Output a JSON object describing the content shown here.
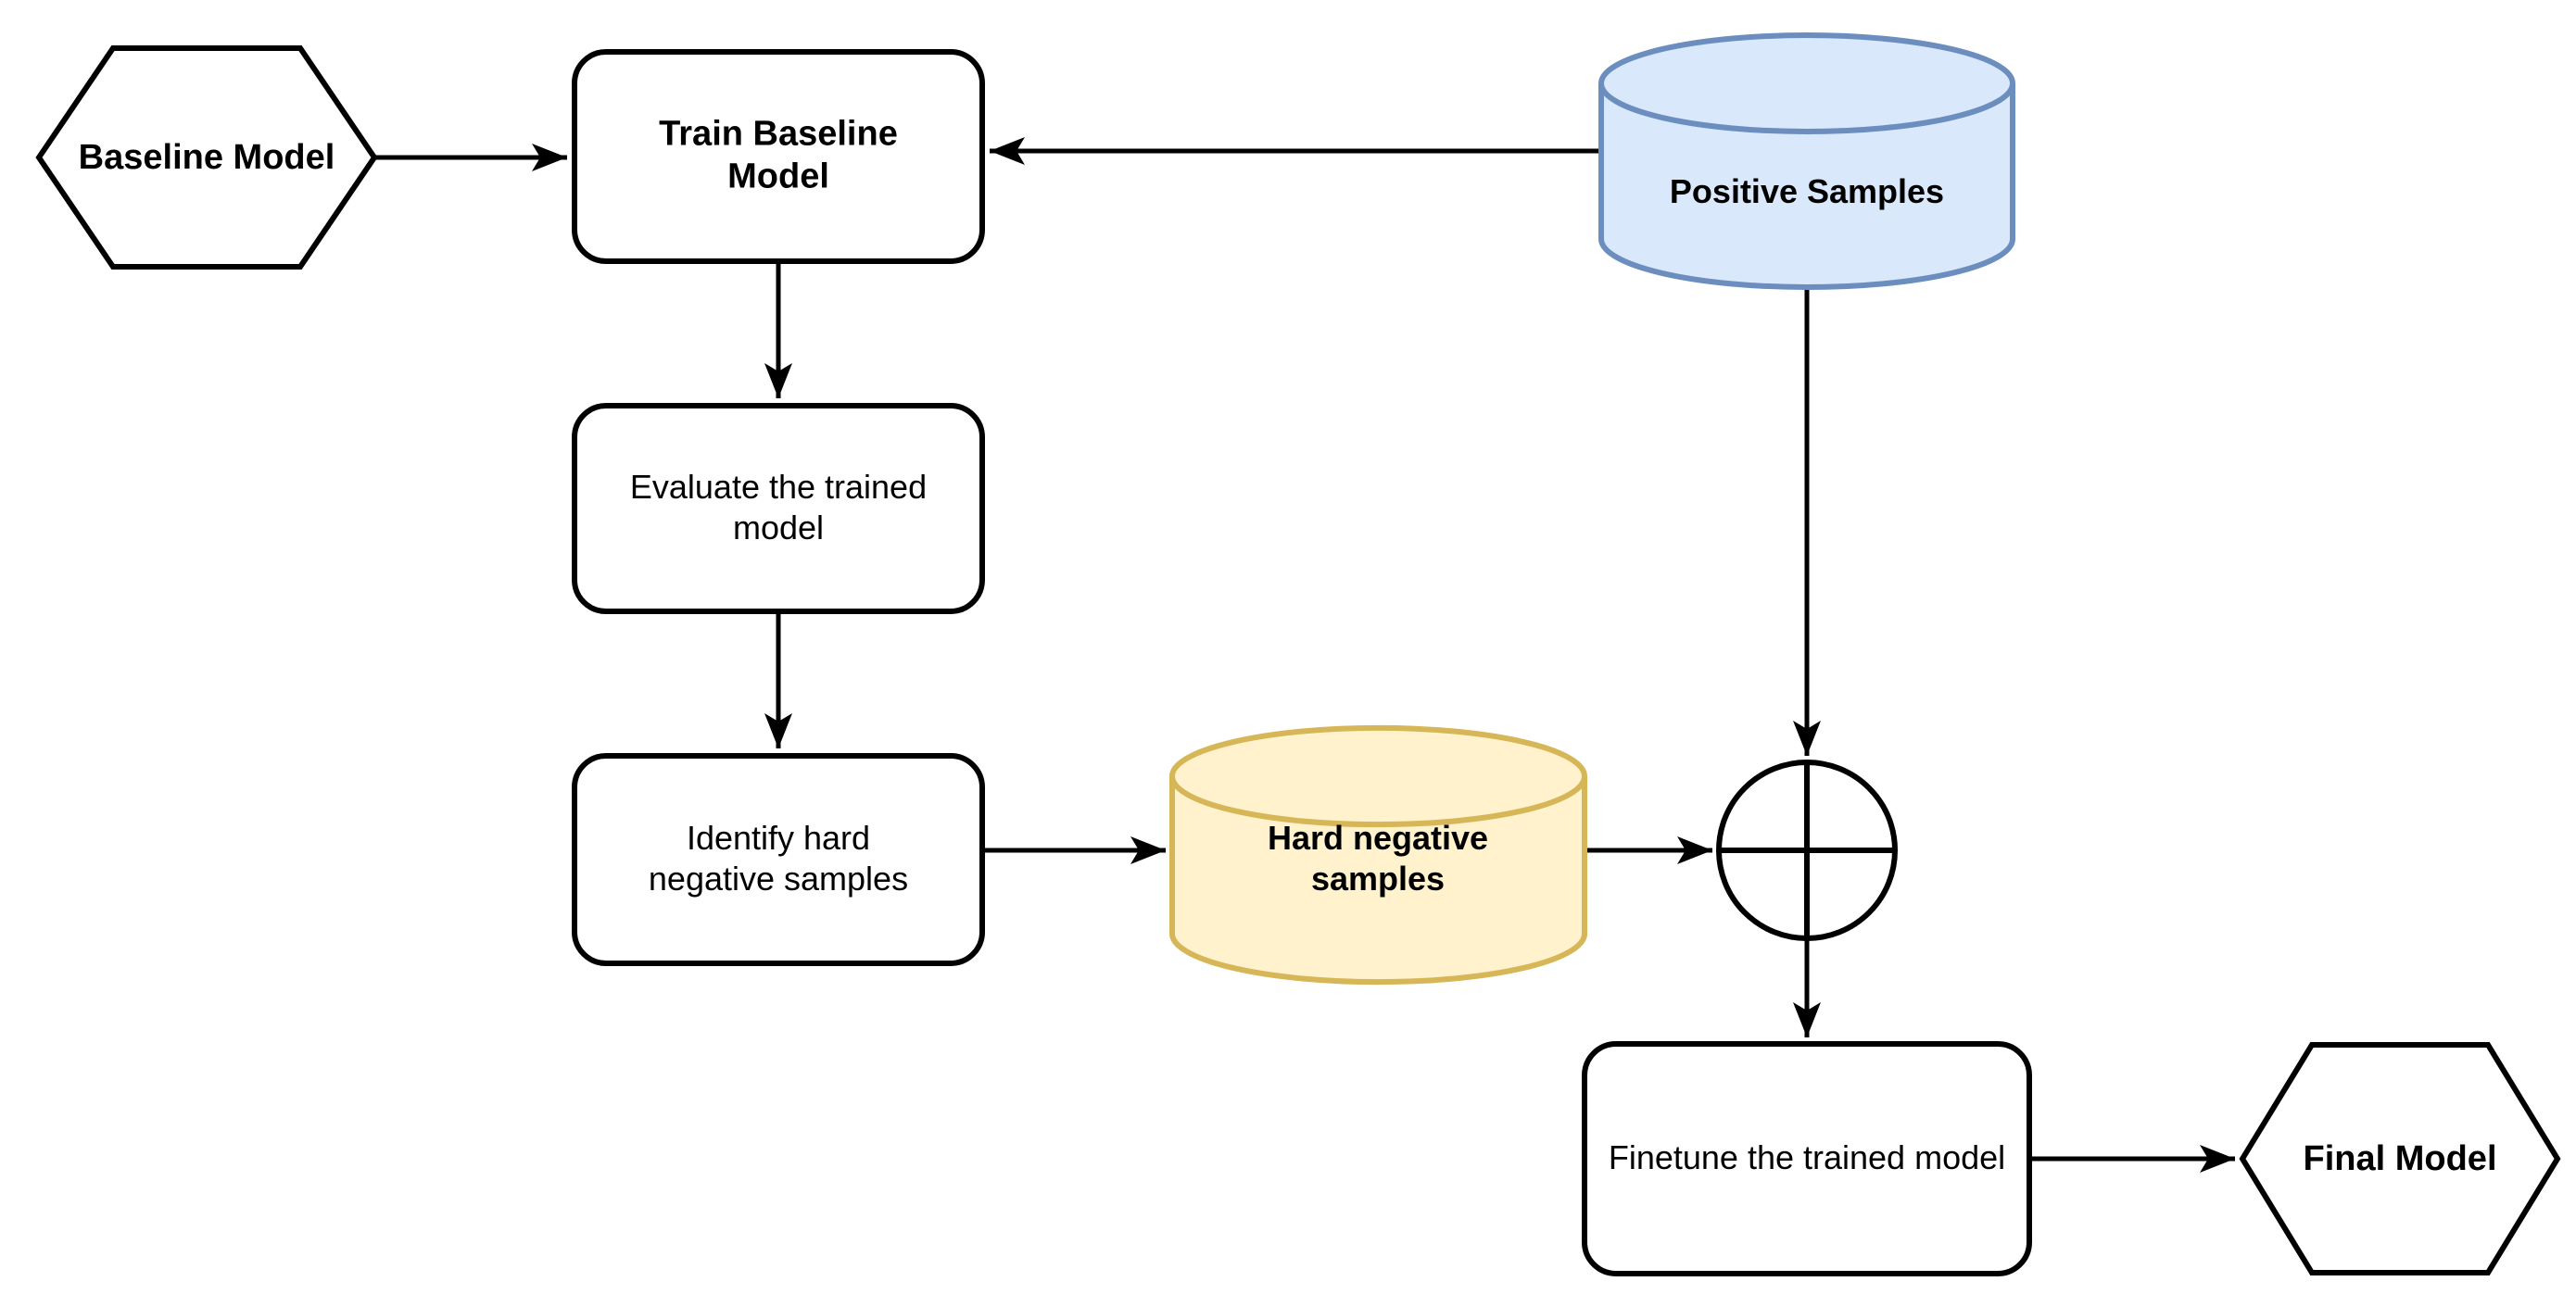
{
  "background": "#ffffff",
  "colors": {
    "node_stroke": "#000000",
    "connector": "#000000",
    "text": "#000000",
    "positive_fill": "#dae8fc",
    "positive_stroke": "#6c8ebf",
    "negative_fill": "#fff2cc",
    "negative_stroke": "#d6b656"
  },
  "nodes": {
    "baseline_model": {
      "label": "Baseline Model",
      "shape": "hexagon"
    },
    "train_baseline": {
      "label": "Train Baseline Model",
      "shape": "rounded-rectangle"
    },
    "positive_samples": {
      "label": "Positive Samples",
      "shape": "cylinder"
    },
    "evaluate_model": {
      "label": "Evaluate the trained model",
      "shape": "rounded-rectangle"
    },
    "identify_hard_negatives": {
      "label": "Identify hard negative samples",
      "shape": "rounded-rectangle"
    },
    "hard_negative_samples": {
      "label": "Hard negative samples",
      "shape": "cylinder"
    },
    "merge_junction": {
      "label": "",
      "shape": "xor-circle"
    },
    "finetune_model": {
      "label": "Finetune the trained model",
      "shape": "rounded-rectangle"
    },
    "final_model": {
      "label": "Final Model",
      "shape": "hexagon"
    }
  },
  "edges": [
    {
      "from": "baseline_model",
      "to": "train_baseline"
    },
    {
      "from": "positive_samples",
      "to": "train_baseline"
    },
    {
      "from": "train_baseline",
      "to": "evaluate_model"
    },
    {
      "from": "evaluate_model",
      "to": "identify_hard_negatives"
    },
    {
      "from": "identify_hard_negatives",
      "to": "hard_negative_samples"
    },
    {
      "from": "hard_negative_samples",
      "to": "merge_junction"
    },
    {
      "from": "positive_samples",
      "to": "merge_junction"
    },
    {
      "from": "merge_junction",
      "to": "finetune_model"
    },
    {
      "from": "finetune_model",
      "to": "final_model"
    }
  ]
}
